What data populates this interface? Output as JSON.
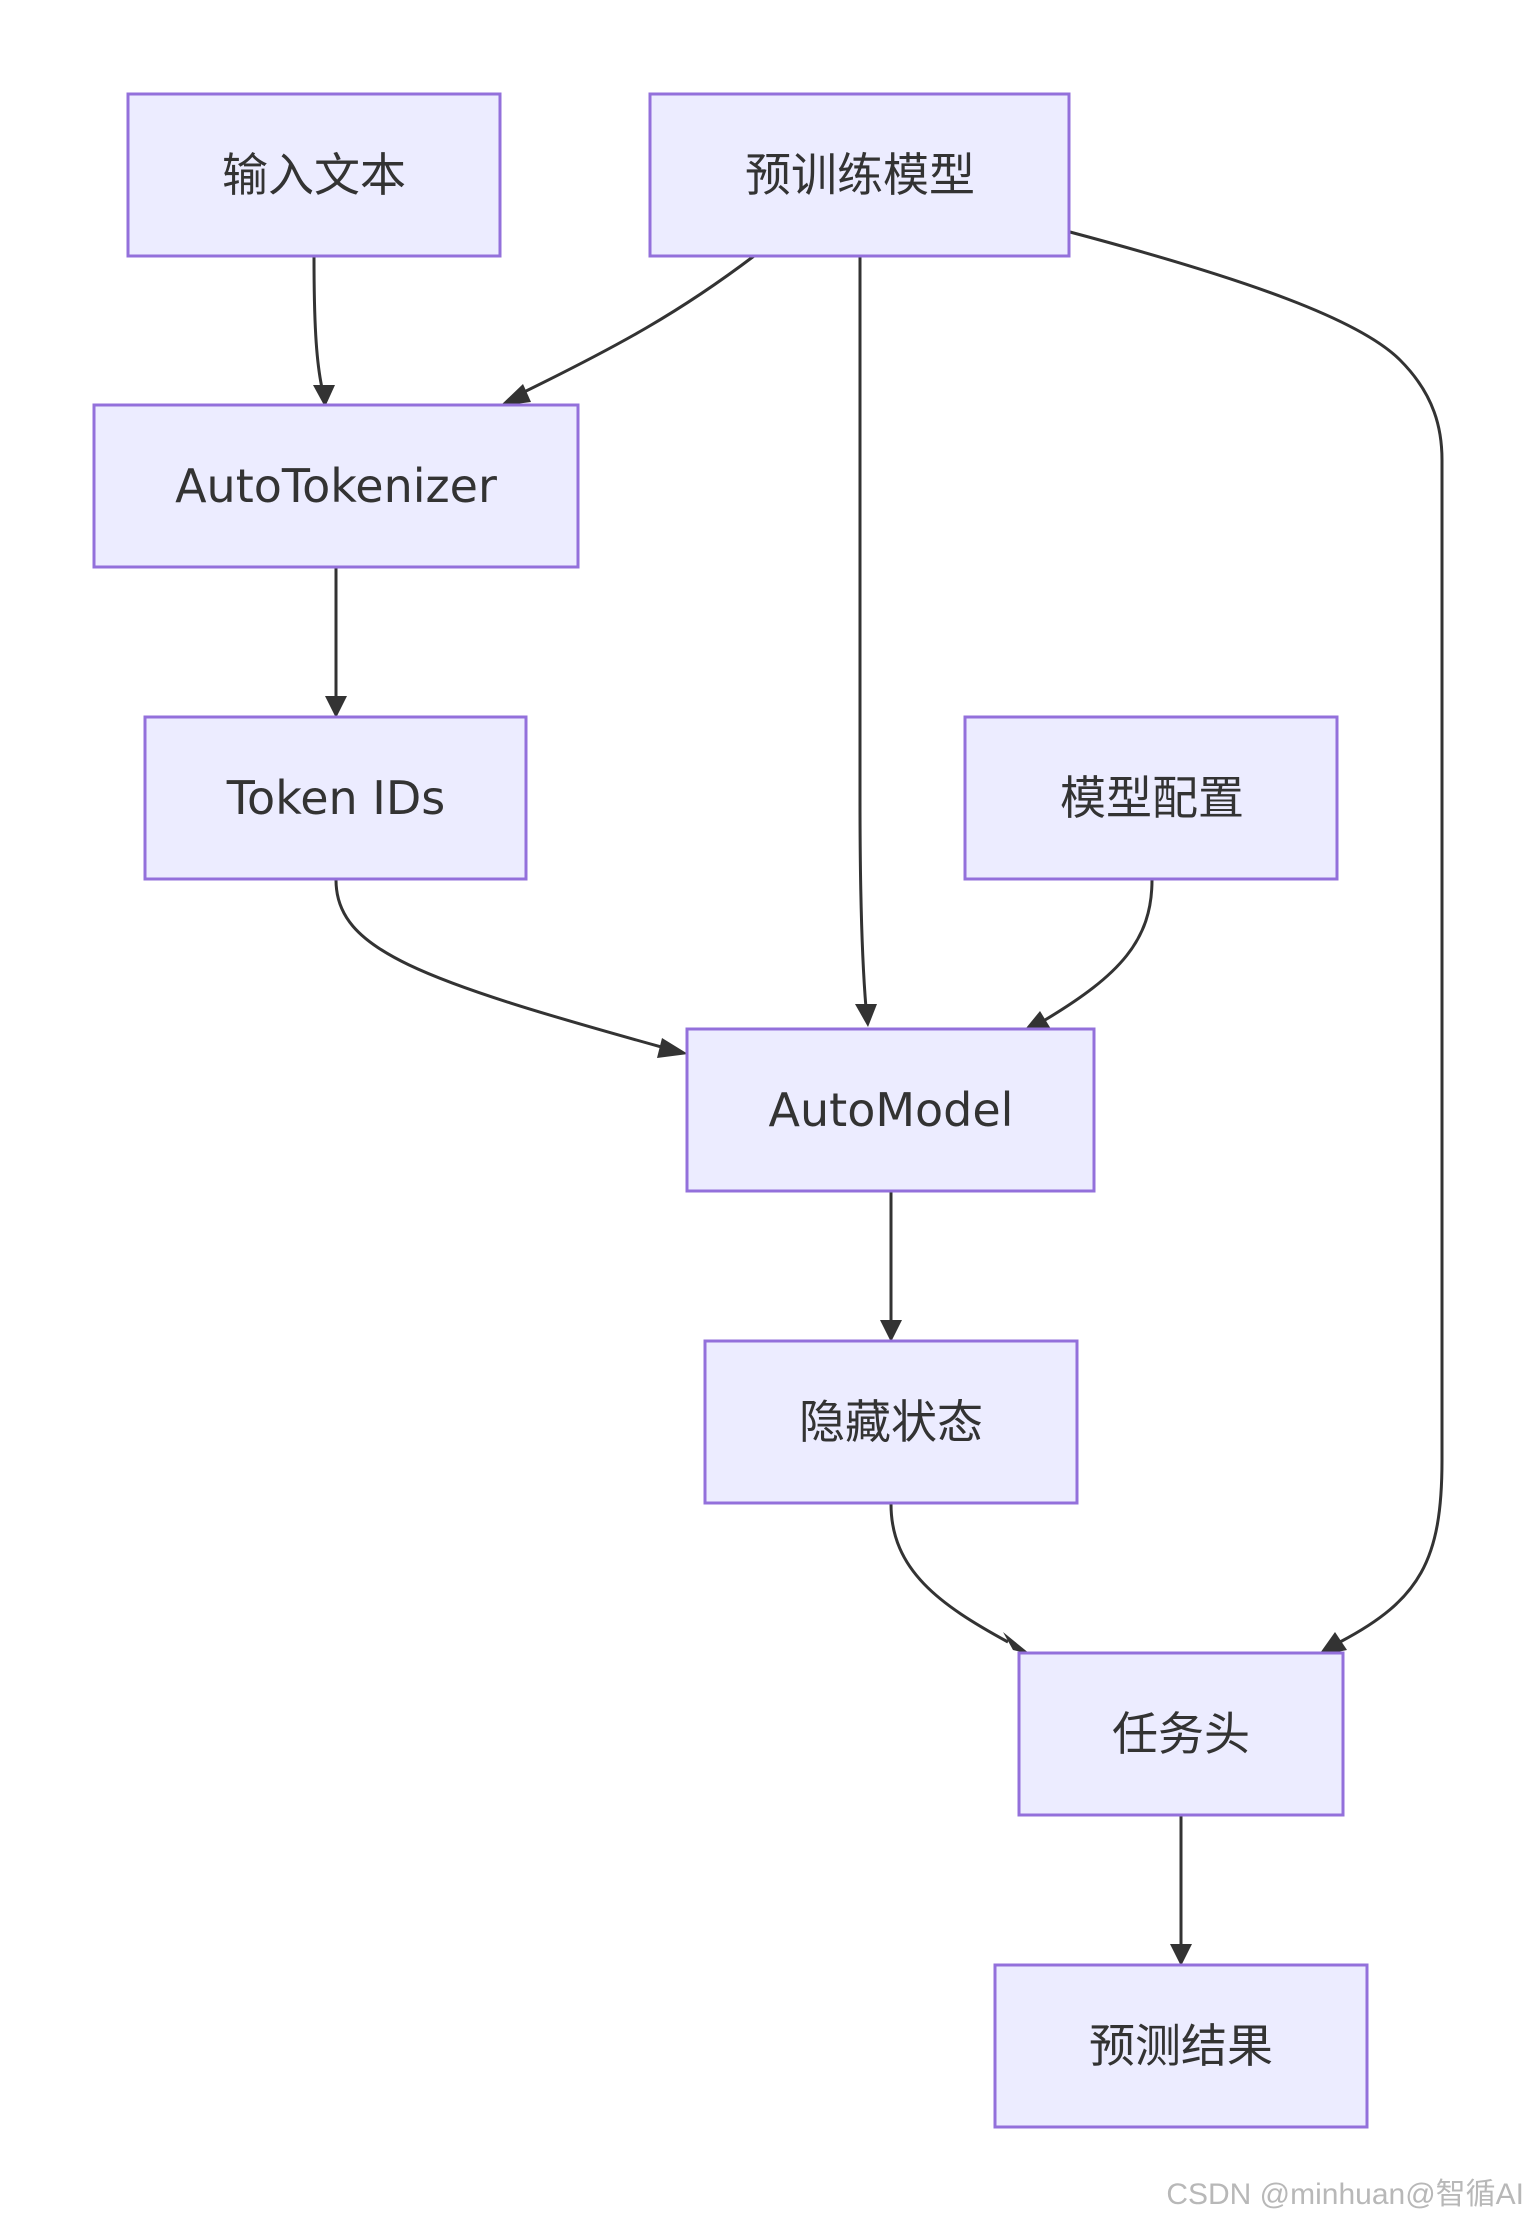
{
  "nodes": {
    "input_text": "输入文本",
    "pretrained_model": "预训练模型",
    "auto_tokenizer": "AutoTokenizer",
    "token_ids": "Token IDs",
    "model_config": "模型配置",
    "auto_model": "AutoModel",
    "hidden_states": "隐藏状态",
    "task_head": "任务头",
    "prediction": "预测结果"
  },
  "edges": [
    {
      "from": "input_text",
      "to": "auto_tokenizer"
    },
    {
      "from": "pretrained_model",
      "to": "auto_tokenizer"
    },
    {
      "from": "pretrained_model",
      "to": "auto_model"
    },
    {
      "from": "pretrained_model",
      "to": "task_head"
    },
    {
      "from": "auto_tokenizer",
      "to": "token_ids"
    },
    {
      "from": "token_ids",
      "to": "auto_model"
    },
    {
      "from": "model_config",
      "to": "auto_model"
    },
    {
      "from": "auto_model",
      "to": "hidden_states"
    },
    {
      "from": "hidden_states",
      "to": "task_head"
    },
    {
      "from": "task_head",
      "to": "prediction"
    }
  ],
  "watermark": "CSDN @minhuan@智循AI",
  "colors": {
    "node_fill": "#ececff",
    "node_border": "#9370db",
    "edge": "#333333",
    "text": "#333333"
  }
}
